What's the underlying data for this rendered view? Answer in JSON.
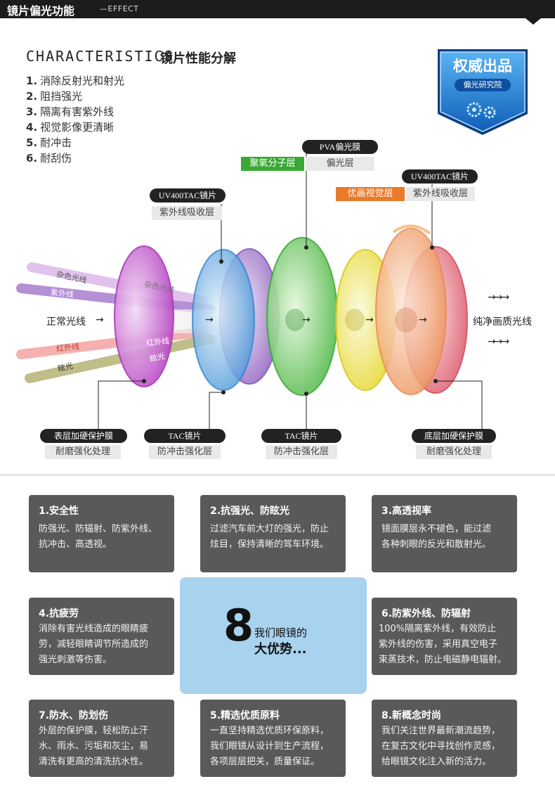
{
  "header": {
    "title": "镜片偏光功能",
    "subtitle": "—EFFECT"
  },
  "characteristics": {
    "title_en": "CHARACTERISTICS",
    "title_cn": "镜片性能分解",
    "items": [
      {
        "num": "1.",
        "text": "消除反射光和射光"
      },
      {
        "num": "2.",
        "text": "阻挡强光"
      },
      {
        "num": "3.",
        "text": "隔离有害紫外线"
      },
      {
        "num": "4.",
        "text": "视觉影像更清晰"
      },
      {
        "num": "5.",
        "text": "耐冲击"
      },
      {
        "num": "6.",
        "text": "耐刮伤"
      }
    ]
  },
  "badge": {
    "title": "权威出品",
    "subtitle": "偏光研究院"
  },
  "diagram": {
    "tag_pva": "PVA偏光膜",
    "pva_green": "聚氧分子层",
    "pva_sub": "偏光层",
    "tag_uv_left": "UV400TAC镜片",
    "uv_left_sub": "紫外线吸收层",
    "tag_uv_right": "UV400TAC镜片",
    "uv_right_orange": "优画视觉层",
    "uv_right_sub": "紫外线吸收层",
    "light_mixed": "杂色光线",
    "light_uv": "紫外线",
    "light_normal": "正常光线",
    "light_ir": "红外线",
    "light_glare": "眩光",
    "lens_mixed": "杂色光线",
    "lens_ir": "红外线",
    "lens_glare": "眩光",
    "output": "纯净画质光线",
    "arrow": "→",
    "arrows3": "→→→",
    "bottom_1_tag": "表层加硬保护膜",
    "bottom_1_sub": "耐磨强化处理",
    "bottom_2_tag": "TAC镜片",
    "bottom_2_sub": "防冲击强化层",
    "bottom_3_tag": "TAC镜片",
    "bottom_3_sub": "防冲击强化层",
    "bottom_4_tag": "底层加硬保护膜",
    "bottom_4_sub": "耐磨强化处理"
  },
  "advantages": {
    "center": {
      "number": "8",
      "line1": "我们眼镜的",
      "line2": "大优势..."
    },
    "cards": [
      {
        "title": "1.安全性",
        "lines": [
          "防强光、防辐射、防紫外线、",
          "抗冲击、高透视。"
        ]
      },
      {
        "title": "2.抗强光、防眩光",
        "lines": [
          "过滤汽车前大灯的强光，防止",
          "炫目，保持清晰的驾车环境。"
        ]
      },
      {
        "title": "3.高透视率",
        "lines": [
          "镜面膜层永不褪色，能过滤",
          "各种刺眼的反光和散射光。"
        ]
      },
      {
        "title": "4.抗疲劳",
        "lines": [
          "消除有害光线造成的眼睛疲",
          "劳，减轻眼睛调节所造成的",
          "强光刺激等伤害。"
        ]
      },
      {
        "title": "6.防紫外线、防辐射",
        "lines": [
          "100%隔离紫外线，有效防止",
          "紫外线的伤害，采用真空电子",
          "束蒸技术，防止电磁静电辐射。"
        ]
      },
      {
        "title": "7.防水、防划伤",
        "lines": [
          "外层的保护膜，轻松防止汗",
          "水、雨水、污垢和灰尘，易",
          "清洗有更高的清洗抗水性。"
        ]
      },
      {
        "title": "5.精选优质原料",
        "lines": [
          "一直坚持精选优质环保原料，",
          "我们眼镜从设计到生产流程，",
          "各项层层把关，质量保证。"
        ]
      },
      {
        "title": "8.新概念时尚",
        "lines": [
          "我们关注世界最新潮流趋势，",
          "在复古文化中寻找创作灵感，",
          "给眼镜文化注入新的活力。"
        ]
      }
    ]
  }
}
